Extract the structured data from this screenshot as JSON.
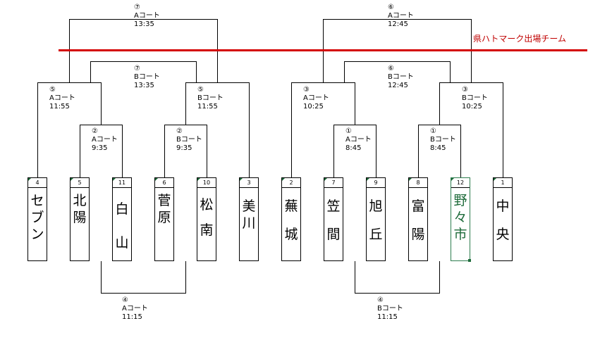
{
  "legend": "県ハトマーク出場チーム",
  "teams": [
    {
      "seed": "4",
      "name": "セブン"
    },
    {
      "seed": "5",
      "name": "北陽"
    },
    {
      "seed": "11",
      "name": "白山"
    },
    {
      "seed": "6",
      "name": "菅原"
    },
    {
      "seed": "10",
      "name": "松南"
    },
    {
      "seed": "3",
      "name": "美川"
    },
    {
      "seed": "2",
      "name": "蕪城"
    },
    {
      "seed": "7",
      "name": "笠間"
    },
    {
      "seed": "9",
      "name": "旭丘"
    },
    {
      "seed": "8",
      "name": "富陽"
    },
    {
      "seed": "12",
      "name": "野々市"
    },
    {
      "seed": "1",
      "name": "中央"
    }
  ],
  "matches": {
    "r1_left": {
      "num": "②",
      "court": "Aコート",
      "time": "9:35"
    },
    "r1_mid": {
      "num": "②",
      "court": "Bコート",
      "time": "9:35"
    },
    "r1_right_a": {
      "num": "①",
      "court": "Aコート",
      "time": "8:45"
    },
    "r1_right_b": {
      "num": "①",
      "court": "Bコート",
      "time": "8:45"
    },
    "r2_left_a": {
      "num": "⑤",
      "court": "Aコート",
      "time": "11:55"
    },
    "r2_left_b": {
      "num": "⑤",
      "court": "Bコート",
      "time": "11:55"
    },
    "r2_right_a": {
      "num": "③",
      "court": "Aコート",
      "time": "10:25"
    },
    "r2_right_b": {
      "num": "③",
      "court": "Bコート",
      "time": "10:25"
    },
    "semi_left": {
      "num": "⑦",
      "court": "Bコート",
      "time": "13:35"
    },
    "semi_right": {
      "num": "⑥",
      "court": "Bコート",
      "time": "12:45"
    },
    "final_left": {
      "num": "⑦",
      "court": "Aコート",
      "time": "13:35"
    },
    "final_right": {
      "num": "⑥",
      "court": "Aコート",
      "time": "12:45"
    },
    "bottom_left": {
      "num": "④",
      "court": "Aコート",
      "time": "11:15"
    },
    "bottom_right": {
      "num": "④",
      "court": "Bコート",
      "time": "11:15"
    }
  }
}
